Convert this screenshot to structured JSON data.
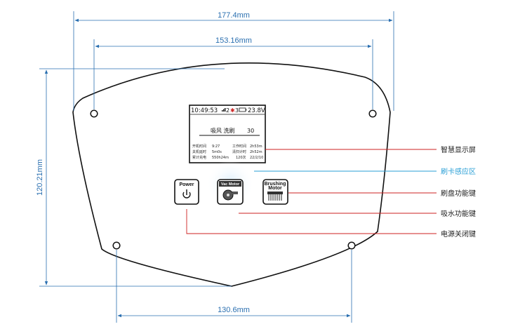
{
  "dimensions": {
    "overall_width": "177.4mm",
    "hole_spacing_top": "153.16mm",
    "overall_height": "120.21mm",
    "hole_spacing_bottom": "130.6mm"
  },
  "screen": {
    "time": "10:49:53",
    "signal": "2",
    "bluetooth": "3",
    "voltage": "23.8V",
    "mode_label": "吸风 洗刷",
    "mode_value": "30",
    "rows": [
      {
        "left_label": "开机时间",
        "left_value": "9:27",
        "right_label": "工作时间",
        "right_value": "2h53m"
      },
      {
        "left_label": "关机延时",
        "left_value": "5m0s",
        "right_label": "清扫计时",
        "right_value": "2h52m"
      },
      {
        "left_label": "累计充电",
        "left_value": "550h24m",
        "right_label": "120次",
        "right_value": "22/2/10"
      }
    ]
  },
  "buttons": {
    "power": "Power",
    "vac_motor": "Vac Motor",
    "brushing_motor_line1": "Brushing",
    "brushing_motor_line2": "Motor"
  },
  "callouts": {
    "display": "智慧显示屏",
    "card_zone": "刷卡感应区",
    "brush_key": "刷盘功能键",
    "suction_key": "吸水功能键",
    "power_key": "电源关闭键"
  },
  "colors": {
    "dimension_blue": "#2a6fb0",
    "leader_red": "#cc2222",
    "card_zone_blue": "#2a9fd6",
    "panel_outline": "#111111"
  }
}
